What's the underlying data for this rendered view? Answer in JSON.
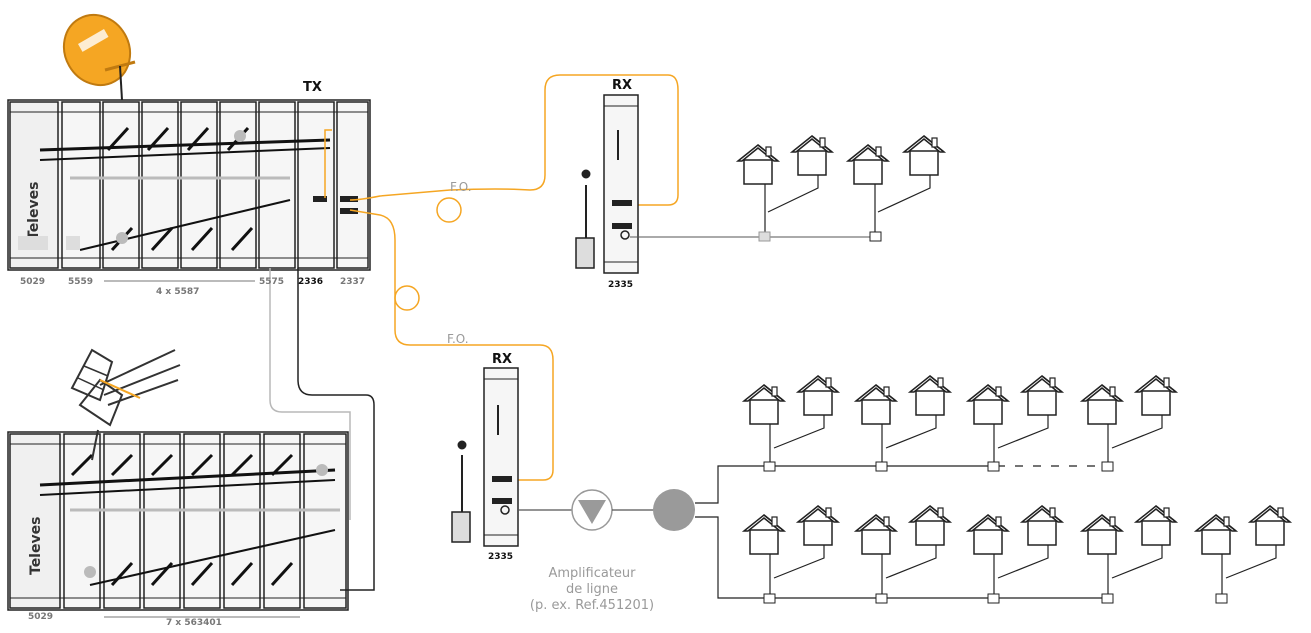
{
  "headend_top": {
    "tx_label": "TX",
    "refs": [
      "5029",
      "5559",
      "4 x 5587",
      "5575",
      "2336",
      "2337"
    ]
  },
  "headend_bottom": {
    "refs": [
      "5029",
      "7 x 563401"
    ]
  },
  "receiver_top": {
    "rx_label": "RX",
    "ref": "2335"
  },
  "receiver_bottom": {
    "rx_label": "RX",
    "ref": "2335"
  },
  "fiber_labels": [
    "F.O.",
    "F.O."
  ],
  "amplifier_caption": [
    "Amplificateur",
    "de ligne",
    "(p. ex. Ref.451201)"
  ],
  "colors": {
    "fiber": "#f5a623",
    "coax": "#222222",
    "grey_cable": "#b8b8b8",
    "dish": "#f5a623",
    "splitter": "#9a9a9a"
  },
  "icons": [
    "satellite-dish-icon",
    "terrestrial-antenna-icon",
    "house-icon",
    "line-amplifier-icon",
    "splitter-icon",
    "fiber-coil-icon",
    "power-supply-icon"
  ]
}
